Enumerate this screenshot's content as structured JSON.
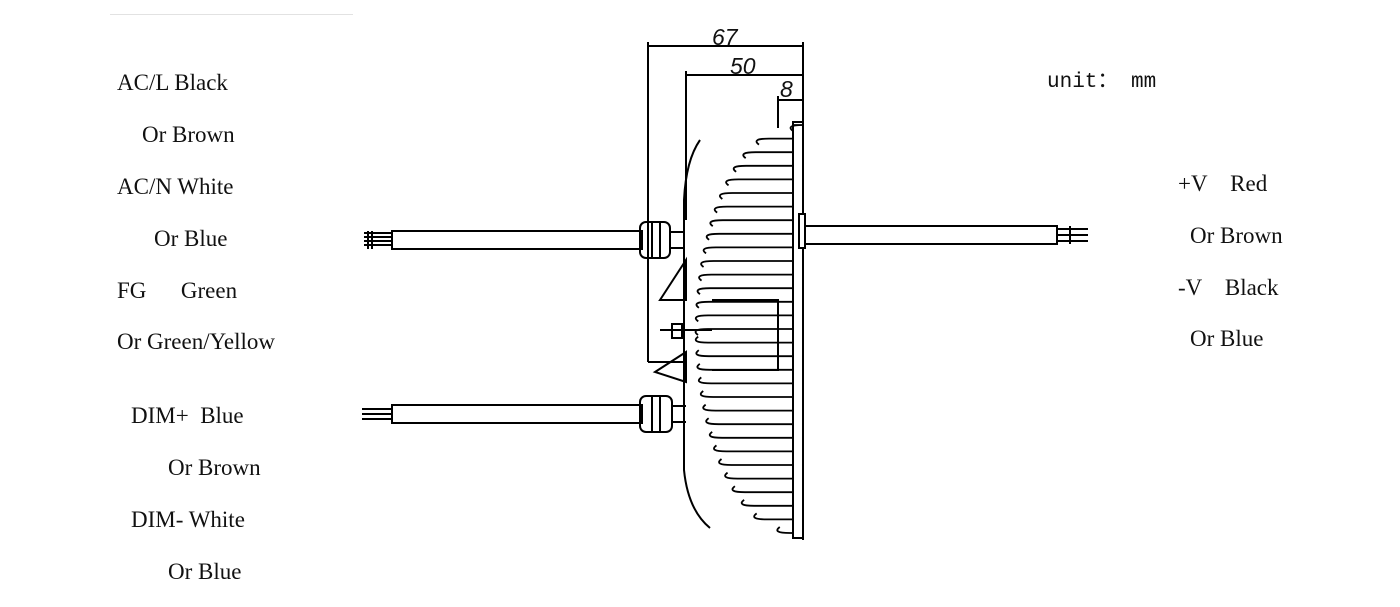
{
  "dimensions": {
    "overall": "67",
    "middle": "50",
    "small": "8"
  },
  "unit_label": "unit： mm",
  "left_labels": {
    "acl_black": "AC/L Black",
    "acl_brown": "Or Brown",
    "acn_white": "AC/N White",
    "acn_blue": "Or Blue",
    "fg_green": "FG      Green",
    "fg_green_yellow": "Or Green/Yellow",
    "dim_plus_blue": "DIM+  Blue",
    "dim_plus_brown": "Or Brown",
    "dim_minus_white": "DIM- White",
    "dim_minus_blue": "Or Blue"
  },
  "right_labels": {
    "vplus_red": "+V    Red",
    "vplus_brown": "Or Brown",
    "vminus_black": "-V    Black",
    "vminus_blue": "Or Blue"
  }
}
